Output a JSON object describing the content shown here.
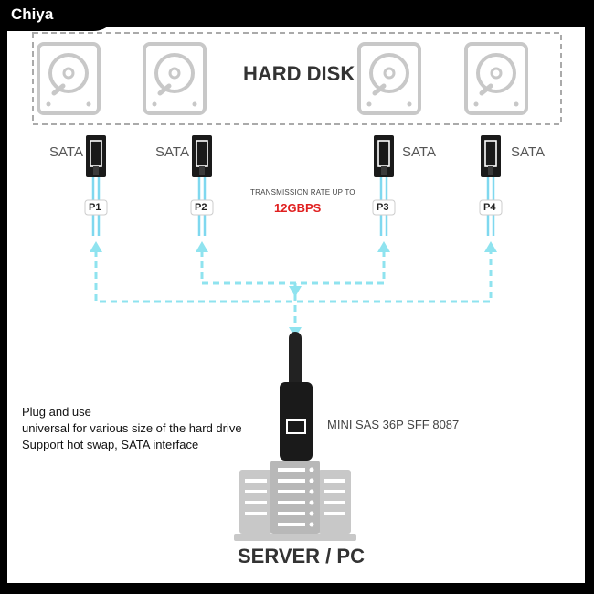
{
  "brand": {
    "name": "Chiya"
  },
  "hard_disk": {
    "title": "HARD DISK"
  },
  "connectors": [
    {
      "sata_label": "SATA",
      "port_label": "P1"
    },
    {
      "sata_label": "SATA",
      "port_label": "P2"
    },
    {
      "sata_label": "SATA",
      "port_label": "P3"
    },
    {
      "sata_label": "SATA",
      "port_label": "P4"
    }
  ],
  "transmission": {
    "label": "TRANSMISSION RATE UP TO",
    "value": "12GBPS"
  },
  "sas": {
    "label": "MINI SAS 36P SFF 8087"
  },
  "features": [
    "Plug and use",
    "universal for various size of the hard drive",
    "Support hot swap, SATA interface"
  ],
  "server": {
    "title": "SERVER / PC"
  },
  "colors": {
    "flow": "#8fe3ef",
    "accent": "#e02020",
    "icon": "#c8c8c8",
    "cable": "#222222",
    "wire": "#7fd8ef"
  }
}
